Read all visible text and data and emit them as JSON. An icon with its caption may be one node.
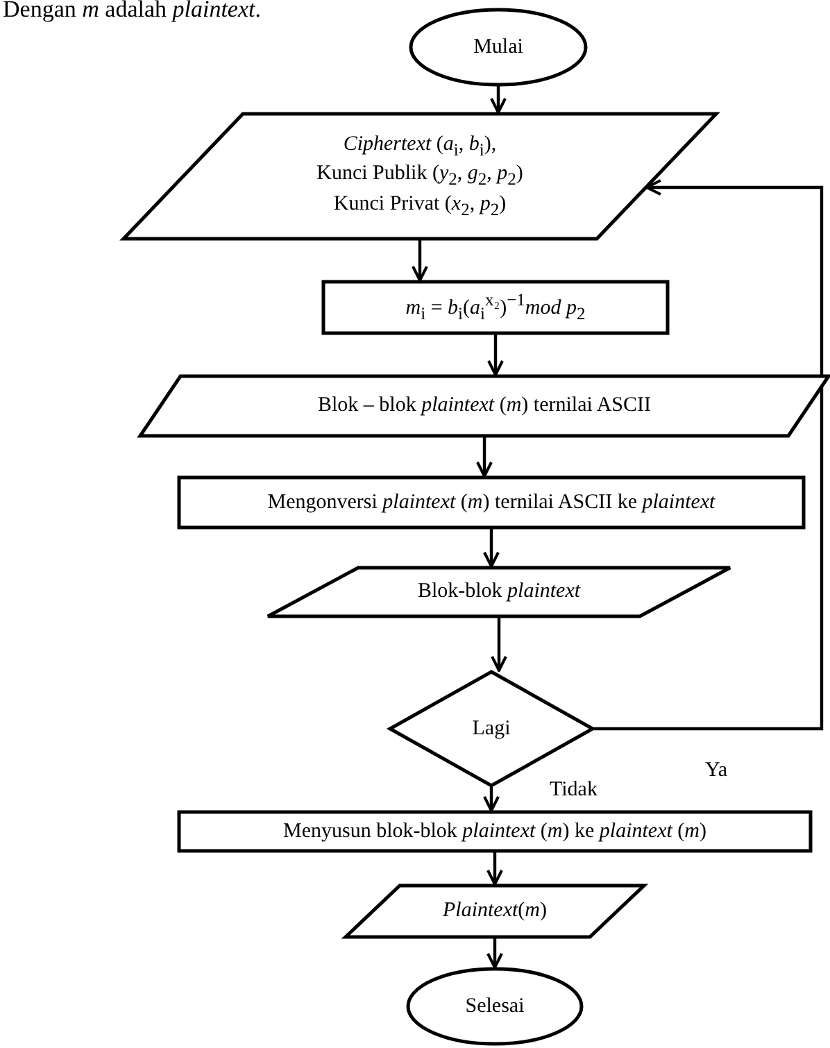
{
  "diagram": {
    "nodes": [
      {
        "text": [
          "Mulai"
        ]
      },
      {
        "text": [
          "*Ciphertext* (*a*$_{i}$, *b*$_{i}$),",
          "Kunci Publik (*y*$_{2}$, *g*$_{2}$, *p*$_{2}$)",
          "Kunci Privat (*x*$_{2}$, *p*$_{2}$)"
        ]
      },
      {
        "text": [
          "*m*$_{i}$ = *b*$_{i}$(*a*$_{i}$$^{x₂}$)$^{−1}$*mod p*$_{2}$"
        ]
      },
      {
        "text": [
          "Blok – blok *plaintext* (*m*) ternilai ASCII"
        ]
      },
      {
        "text": [
          "Mengonversi *plaintext* (*m*) ternilai ASCII ke *plaintext*"
        ]
      },
      {
        "text": [
          "Blok-blok *plaintext*"
        ]
      },
      {
        "text": [
          "Lagi"
        ]
      },
      {
        "text": [
          "Menyusun blok-blok *plaintext* (*m*) ke *plaintext* (*m*)"
        ]
      },
      {
        "text": [
          "*Plaintext*(*m*)"
        ]
      },
      {
        "text": [
          "Selesai"
        ]
      }
    ],
    "edges": [
      {
        "from": 0,
        "to": 1,
        "arrow": "to"
      },
      {
        "from": 1,
        "to": 2,
        "arrow": "to"
      },
      {
        "from": 2,
        "to": 3,
        "arrow": "to"
      },
      {
        "from": 3,
        "to": 4,
        "arrow": "to"
      },
      {
        "from": 4,
        "to": 5,
        "arrow": "to"
      },
      {
        "from": 5,
        "to": 6,
        "arrow": "to"
      },
      {
        "from": 6,
        "to": 7,
        "arrow": "to",
        "label": "Tidak"
      },
      {
        "from": 6,
        "to": 1,
        "arrow": "to",
        "label": "Ya"
      },
      {
        "from": 7,
        "to": 8,
        "arrow": "to"
      },
      {
        "from": 8,
        "to": 9,
        "arrow": "to"
      }
    ],
    "labels": [
      "Dengan *m* adalah *plaintext*."
    ]
  }
}
